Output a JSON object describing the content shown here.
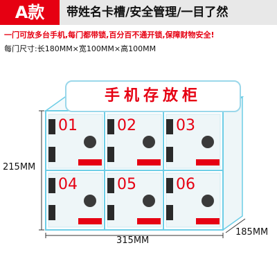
{
  "header": {
    "badge": "A款",
    "headline": "带姓名卡槽/安全管理/一目了然"
  },
  "promise": "一门可放多台手机,每门都带锁,百分百不通开锁,保障财物安全!",
  "size_line": "每门尺寸:长180MM×宽100MM×高100MM",
  "sign_text": "手机存放柜",
  "doors": [
    {
      "number": "01"
    },
    {
      "number": "02"
    },
    {
      "number": "03"
    },
    {
      "number": "04"
    },
    {
      "number": "05"
    },
    {
      "number": "06"
    }
  ],
  "dimensions": {
    "height": "215MM",
    "width": "315MM",
    "depth": "185MM"
  },
  "colors": {
    "accent": "#e60012",
    "edge": "#6ccde6",
    "glass": "#eef6f8"
  }
}
